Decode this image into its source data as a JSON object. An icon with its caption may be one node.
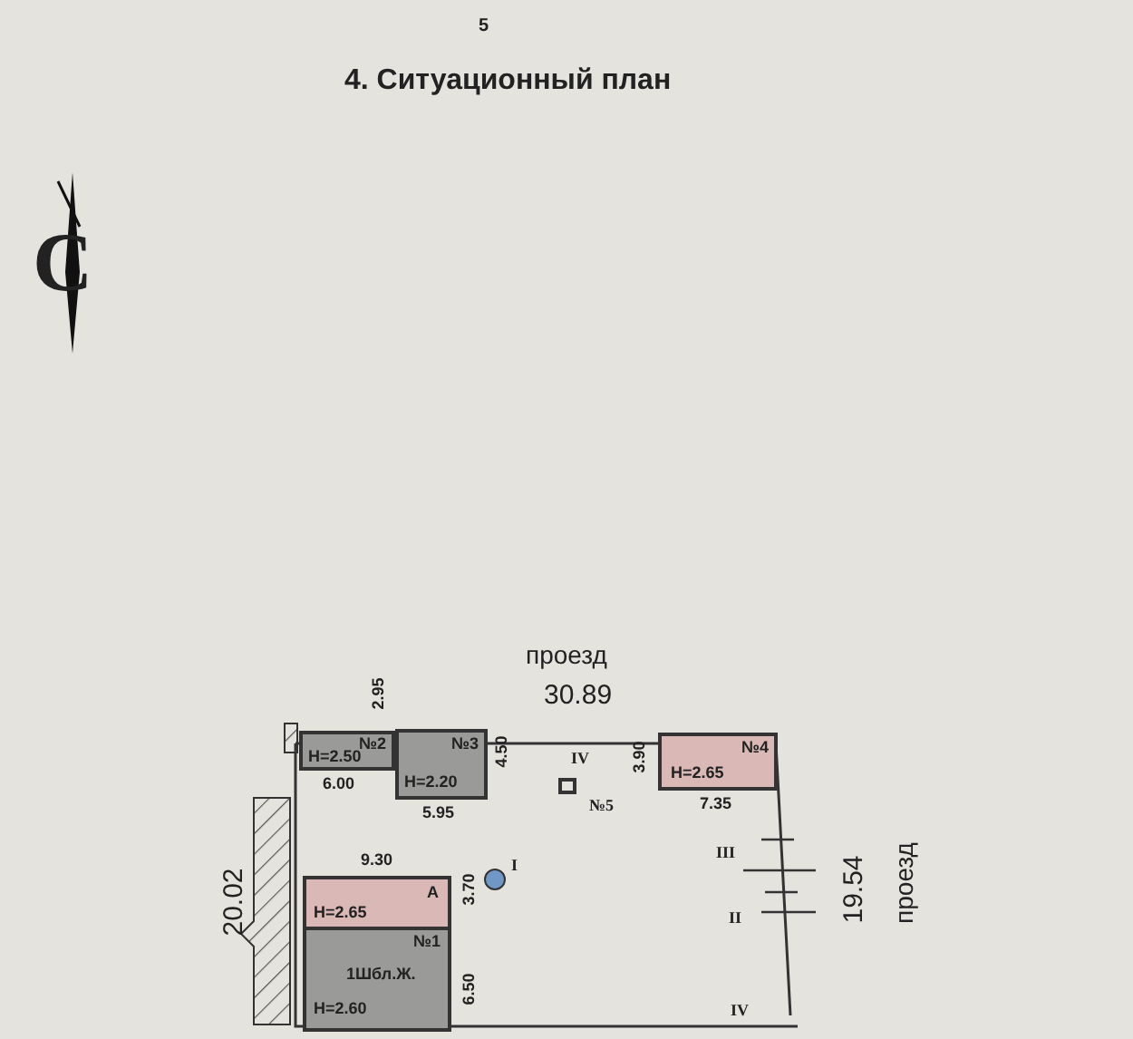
{
  "diagram": {
    "title": "4. Ситуационный план",
    "nodes": [
      {
        "text": [
          "№2",
          "H=2.50"
        ]
      },
      {
        "text": [
          "№3",
          "H=2.20"
        ]
      },
      {
        "text": [
          "№4",
          "H=2.65"
        ]
      },
      {
        "text": [
          "А",
          "H=2.65"
        ]
      },
      {
        "text": [
          "№1",
          "1Шбл.Ж.",
          "H=2.60"
        ]
      },
      {
        "text": [],
        "shape": "box",
        "beside": [
          "№5"
        ]
      },
      {
        "text": [],
        "shape": "circle",
        "beside": [
          "I"
        ]
      }
    ],
    "edges": [],
    "labels": [
      "5",
      "С",
      "проезд",
      "30.89",
      "2.95",
      "6.00",
      "IV",
      "4.50",
      "5.95",
      "3.90",
      "7.35",
      "20.02",
      "9.30",
      "3.70",
      "III",
      "19.54",
      "проезд",
      "II",
      "6.50",
      "IV"
    ]
  }
}
